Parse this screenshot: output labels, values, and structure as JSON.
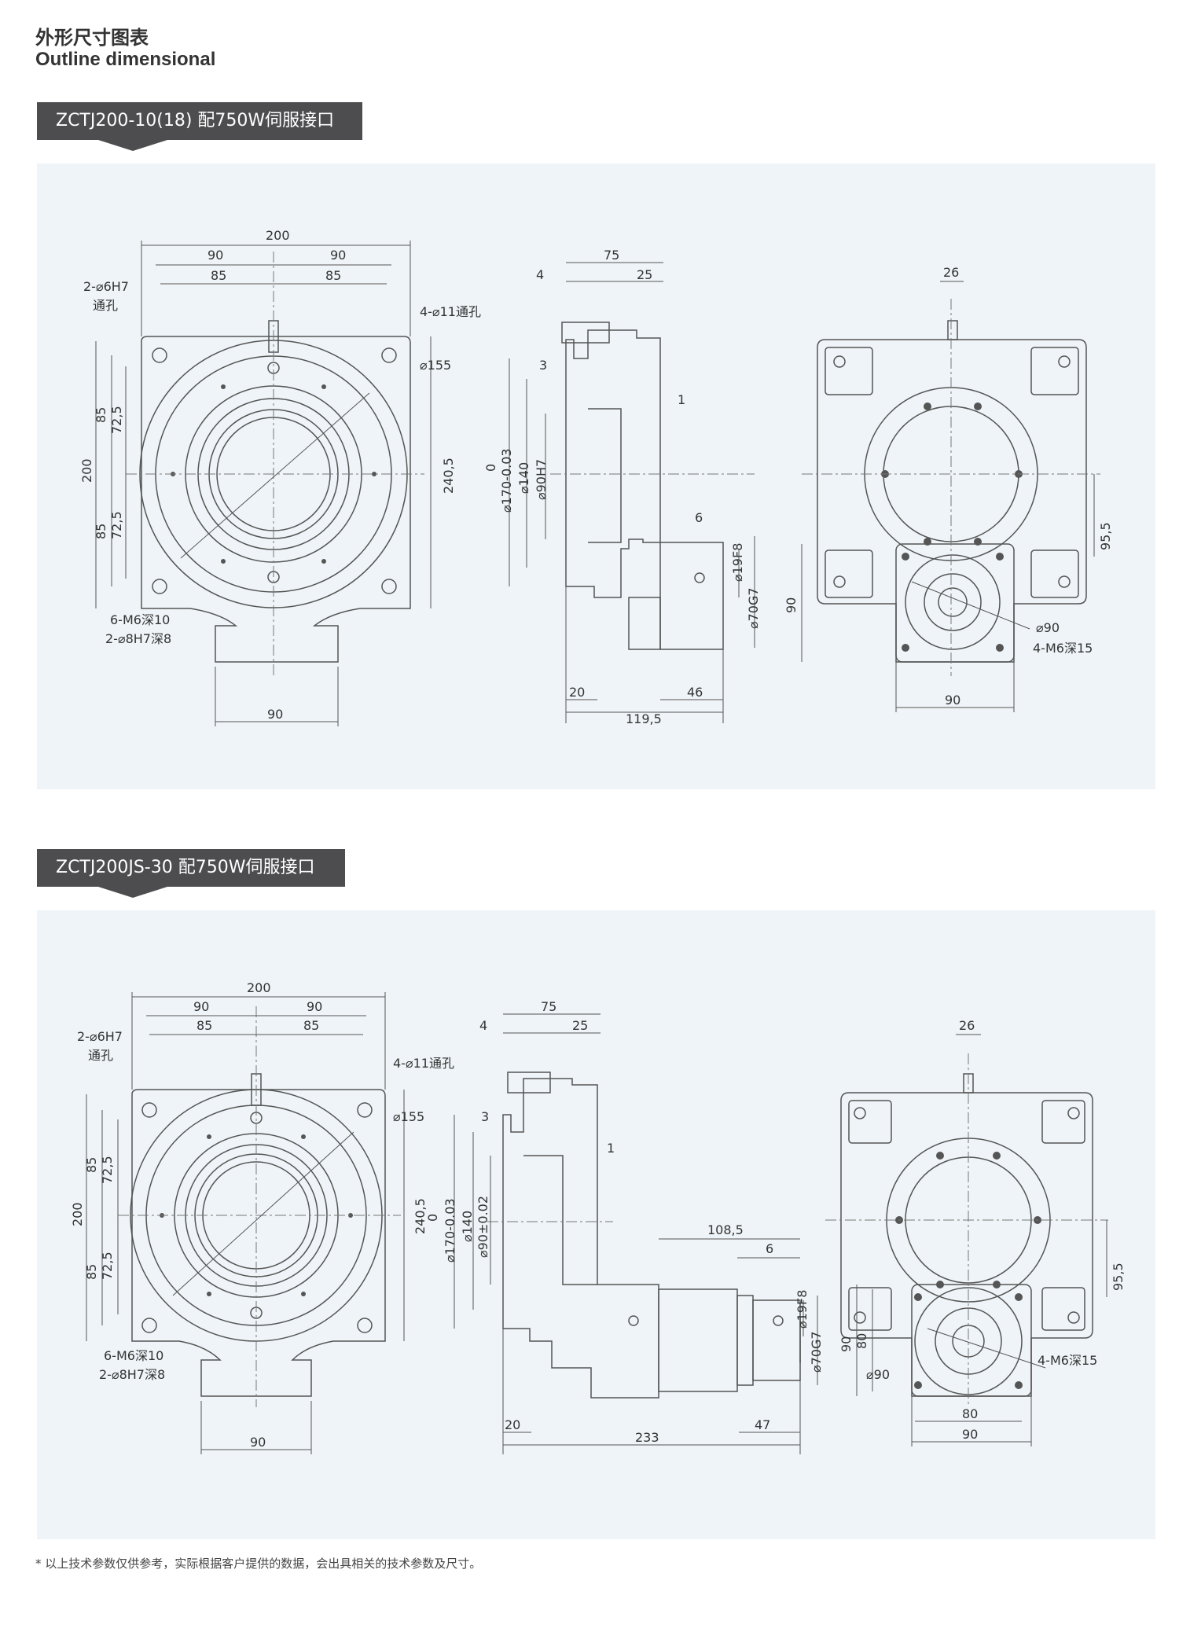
{
  "header": {
    "title_cn": "外形尺寸图表",
    "title_en": "Outline dimensional"
  },
  "drawings": [
    {
      "tag": "ZCTJ200-10(18) 配750W伺服接口",
      "front": {
        "w200": "200",
        "w90a": "90",
        "w90b": "90",
        "w85a": "85",
        "w85b": "85",
        "pin": "2-⌀6H7",
        "pin2": "通孔",
        "holes": "4-⌀11通孔",
        "d155": "⌀155",
        "h85a": "85",
        "h725a": "72,5",
        "h200": "200",
        "h85b": "85",
        "h725b": "72,5",
        "h2405": "240,5",
        "m6": "6-M6深10",
        "p8": "2-⌀8H7深8",
        "b90": "90"
      },
      "side": {
        "t75": "75",
        "t4": "4",
        "t25": "25",
        "t3": "3",
        "t1": "1",
        "d0": "0",
        "d170": "⌀170-0.03",
        "d140": "⌀140",
        "d90": "⌀90H7",
        "t6": "6",
        "d19": "⌀19F8",
        "d70": "⌀70G7",
        "b20": "20",
        "b46": "46",
        "b1195": "119,5"
      },
      "right": {
        "t26": "26",
        "h955": "95,5",
        "h90": "90",
        "d90": "⌀90",
        "m6": "4-M6深15",
        "b90": "90"
      }
    },
    {
      "tag": "ZCTJ200JS-30 配750W伺服接口",
      "front": {
        "w200": "200",
        "w90a": "90",
        "w90b": "90",
        "w85a": "85",
        "w85b": "85",
        "pin": "2-⌀6H7",
        "pin2": "通孔",
        "holes": "4-⌀11通孔",
        "d155": "⌀155",
        "h85a": "85",
        "h725a": "72,5",
        "h200": "200",
        "h85b": "85",
        "h725b": "72,5",
        "h2405": "240,5",
        "m6": "6-M6深10",
        "p8": "2-⌀8H7深8",
        "b90": "90"
      },
      "side": {
        "t75": "75",
        "t4": "4",
        "t25": "25",
        "t3": "3",
        "t1": "1",
        "d0": "0",
        "d170": "⌀170-0.03",
        "d140": "⌀140",
        "d90": "⌀90±0.02",
        "t1085": "108,5",
        "t6": "6",
        "d19": "⌀19F8",
        "d70": "⌀70G7",
        "b20": "20",
        "b47": "47",
        "b233": "233"
      },
      "right": {
        "t26": "26",
        "h955": "95,5",
        "h90": "90",
        "h80": "80",
        "d90": "⌀90",
        "m6": "4-M6深15",
        "b80": "80",
        "b90": "90"
      }
    }
  ],
  "footnote": "* 以上技术参数仅供参考，实际根据客户提供的数据，会出具相关的技术参数及尺寸。"
}
